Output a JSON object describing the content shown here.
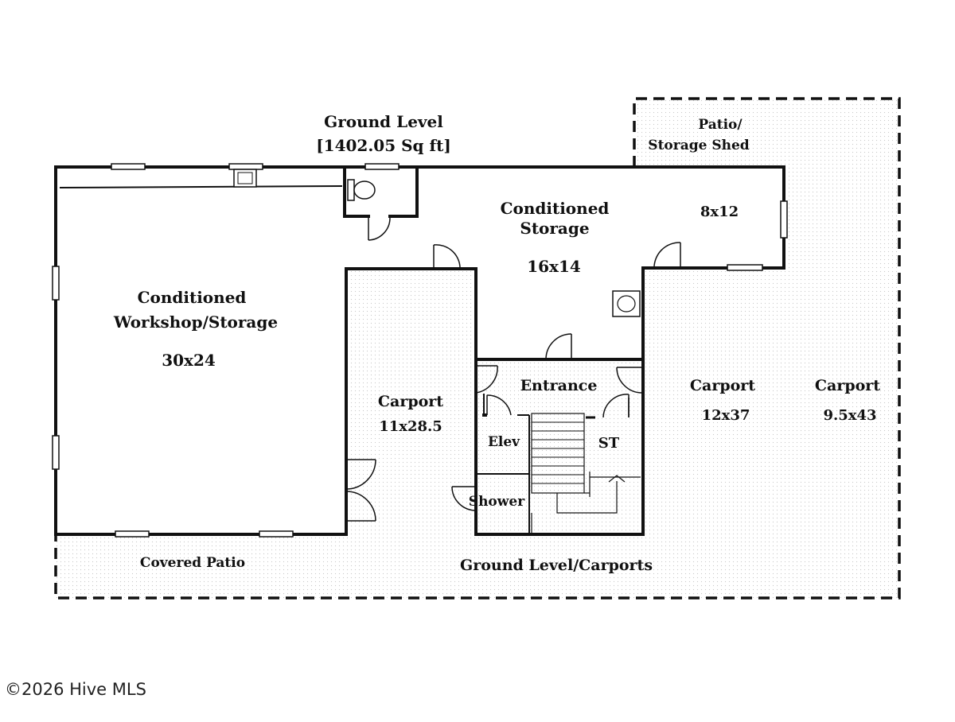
{
  "plan": {
    "title": "Ground Level",
    "area": "[1402.05 Sq ft]",
    "rooms": {
      "workshop_name_1": "Conditioned",
      "workshop_name_2": "Workshop/Storage",
      "workshop_size": "30x24",
      "storage_name_1": "Conditioned",
      "storage_name_2": "Storage",
      "storage_size": "16x14",
      "shed_name_1": "Patio/",
      "shed_name_2": "Storage Shed",
      "shed_size": "8x12",
      "entrance": "Entrance",
      "elevator": "Elev",
      "stairs": "ST",
      "shower": "Shower",
      "carport_left_name": "Carport",
      "carport_left_size": "11x28.5",
      "carport_mid_name": "Carport",
      "carport_mid_size": "12x37",
      "carport_right_name": "Carport",
      "carport_right_size": "9.5x43",
      "covered_patio": "Covered Patio",
      "ground_carports": "Ground Level/Carports"
    }
  },
  "watermark": "©2026 Hive MLS"
}
